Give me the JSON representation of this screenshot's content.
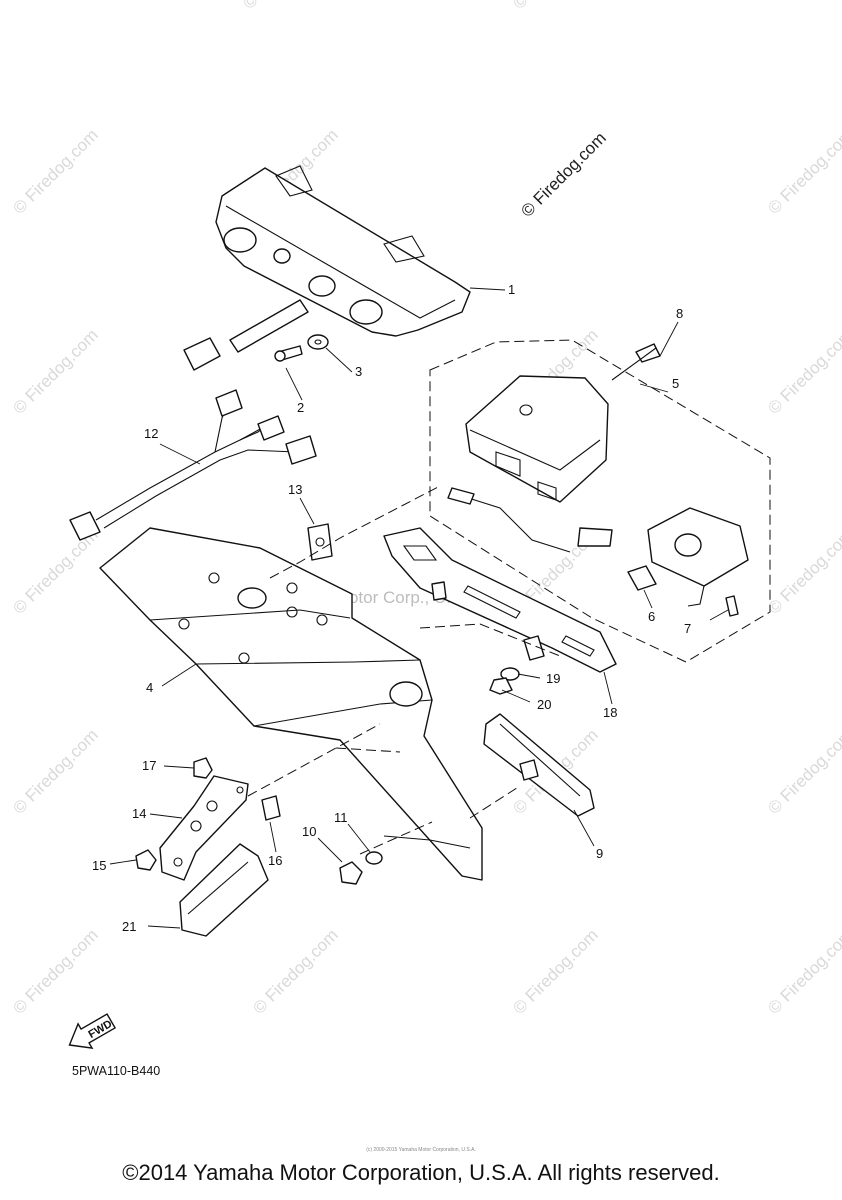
{
  "watermark": {
    "text": "© Firedog.com",
    "prominent_text": "© Firedog.com",
    "center_text": "Yamaha Motor Corp., U.S.A."
  },
  "callouts": [
    "1",
    "2",
    "3",
    "4",
    "5",
    "6",
    "7",
    "8",
    "9",
    "10",
    "11",
    "12",
    "13",
    "14",
    "15",
    "16",
    "17",
    "18",
    "19",
    "20",
    "21"
  ],
  "direction_badge": "FWD",
  "diagram_code": "5PWA110-B440",
  "small_credit": "(c) 2000-2015 Yamaha Motor Corporation, U.S.A.",
  "copyright": "©2014 Yamaha Motor Corporation, U.S.A. All rights reserved."
}
